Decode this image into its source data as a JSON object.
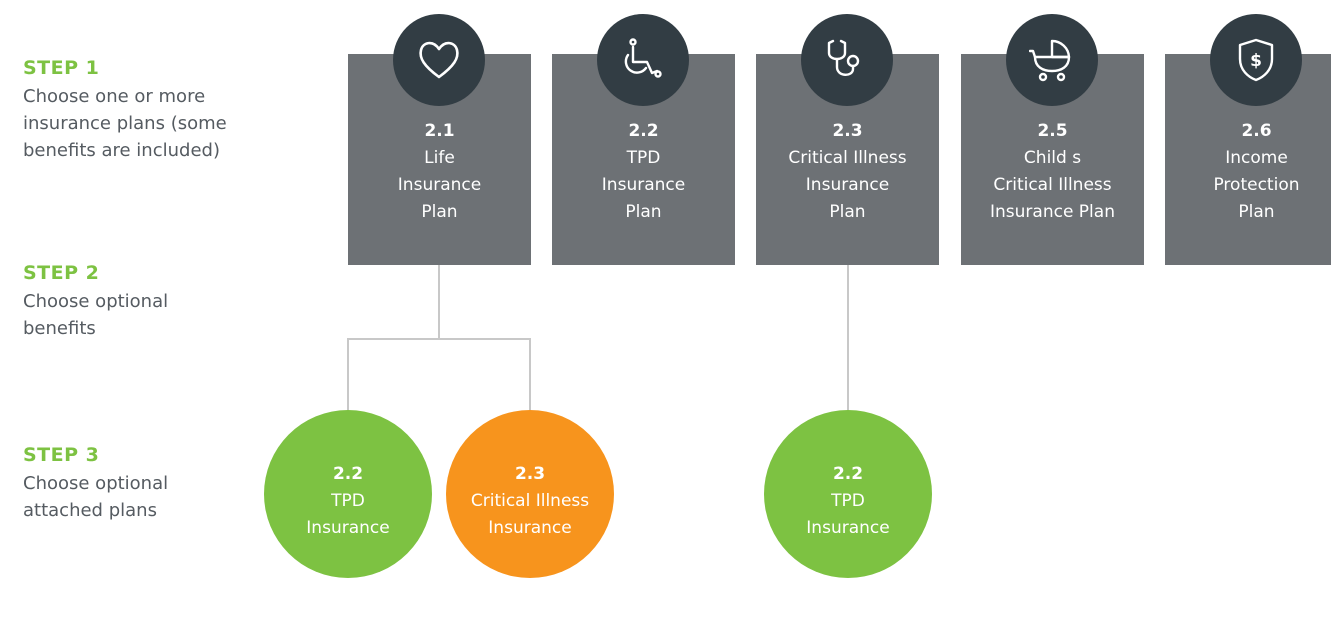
{
  "colors": {
    "step_accent": "#7dc242",
    "plan_box": "#6d7175",
    "icon_circle": "#323d44",
    "connector": "#c8c8c8",
    "green_plan": "#7dc242",
    "orange_plan": "#f7941d"
  },
  "steps": [
    {
      "title": "STEP 1",
      "lines": [
        "Choose one or more",
        "insurance plans (some",
        "benefits are included)"
      ]
    },
    {
      "title": "STEP 2",
      "lines": [
        "Choose optional",
        "benefits"
      ]
    },
    {
      "title": "STEP 3",
      "lines": [
        "Choose optional",
        "attached plans"
      ]
    }
  ],
  "plans": [
    {
      "code": "2.1",
      "lines": [
        "Life",
        "Insurance",
        "Plan"
      ],
      "icon": "heart-icon"
    },
    {
      "code": "2.2",
      "lines": [
        "TPD",
        "Insurance",
        "Plan"
      ],
      "icon": "wheelchair-icon"
    },
    {
      "code": "2.3",
      "lines": [
        "Critical Illness",
        "Insurance",
        "Plan"
      ],
      "icon": "stethoscope-icon"
    },
    {
      "code": "2.5",
      "lines": [
        "Child s",
        "Critical Illness",
        "Insurance Plan"
      ],
      "icon": "pram-icon"
    },
    {
      "code": "2.6",
      "lines": [
        "Income",
        "Protection",
        "Plan"
      ],
      "icon": "shield-dollar-icon"
    }
  ],
  "attached": [
    {
      "code": "2.2",
      "lines": [
        "TPD",
        "Insurance"
      ],
      "color": "green"
    },
    {
      "code": "2.3",
      "lines": [
        "Critical Illness",
        "Insurance"
      ],
      "color": "orange"
    },
    {
      "code": "2.2",
      "lines": [
        "TPD",
        "Insurance"
      ],
      "color": "green"
    }
  ],
  "icon_glyphs": {
    "dollar": "$"
  }
}
